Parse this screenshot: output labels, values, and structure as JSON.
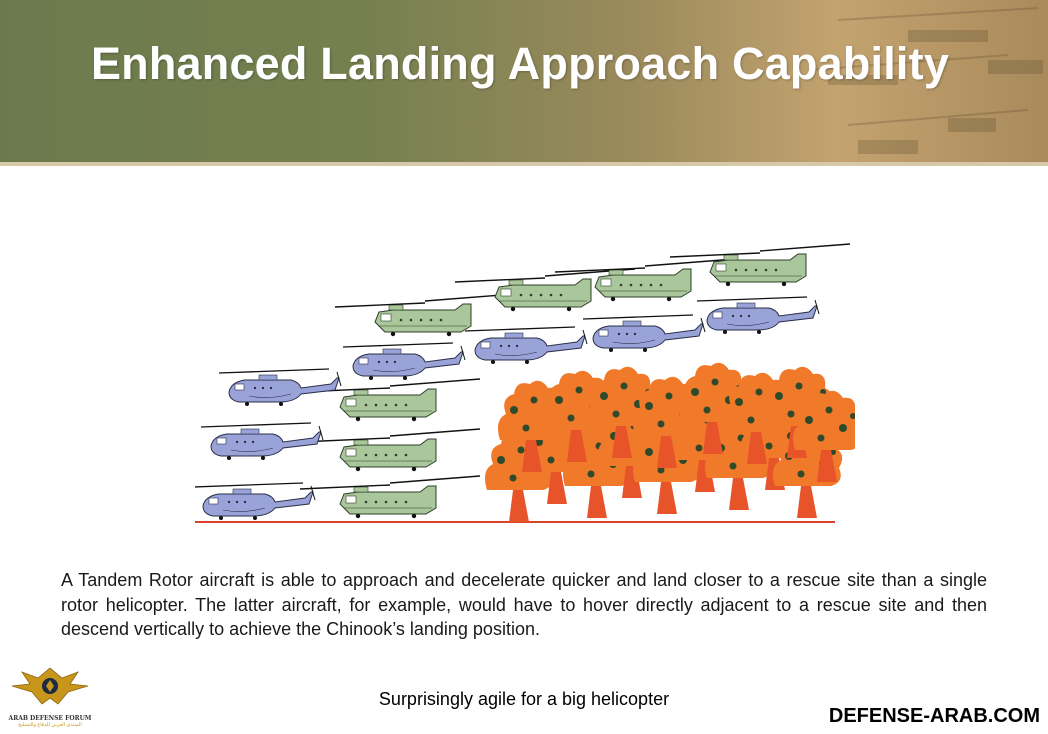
{
  "header": {
    "title": "Enhanced Landing Approach Capability"
  },
  "illustration": {
    "chinook_color": "#a9c79a",
    "single_rotor_color": "#9aa3d8",
    "tree_color": "#f07a2a",
    "ground_color": "#d9432a"
  },
  "body": {
    "description": "A Tandem Rotor aircraft is able to approach and decelerate quicker and land closer to a rescue site than a single rotor helicopter.  The latter aircraft, for example, would have to hover directly adjacent to a rescue site and then descend vertically to achieve the Chinook’s landing position.",
    "caption": "Surprisingly agile for a big helicopter"
  },
  "branding": {
    "watermark": "DEFENSE-ARAB.COM",
    "logo_line1": "ARAB DEFENSE FORUM",
    "logo_line2": "المنتدى العربي للدفاع والتسليح"
  }
}
